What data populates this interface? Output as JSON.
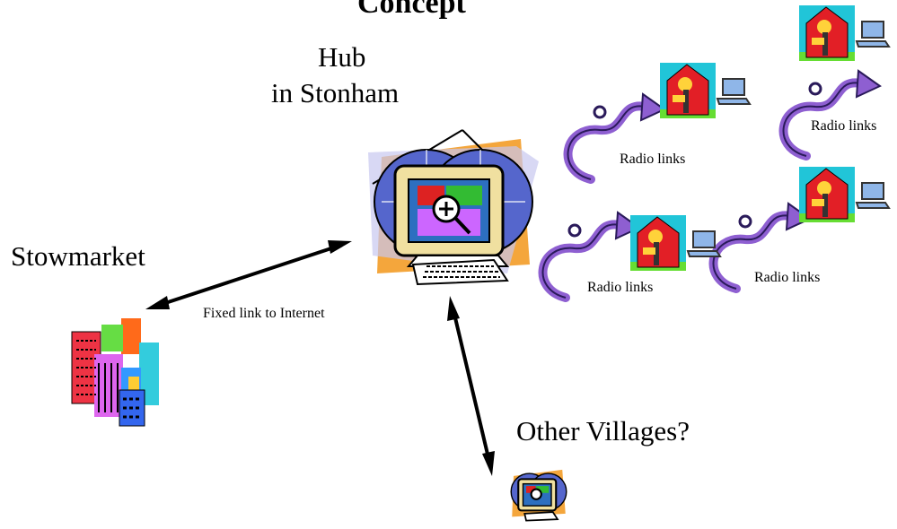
{
  "title": "Concept",
  "hub": {
    "line1": "Hub",
    "line2": "in Stonham"
  },
  "stowmarket": "Stowmarket",
  "fixed_link": "Fixed link to Internet",
  "other_villages": "Other Villages?",
  "radio_links": [
    "Radio links",
    "Radio links",
    "Radio links",
    "Radio links"
  ],
  "colors": {
    "arrow_purple": "#8e5fd1",
    "house_red": "#e21f26",
    "house_bg_cyan": "#21c5d8",
    "arrow_black": "#000000"
  }
}
